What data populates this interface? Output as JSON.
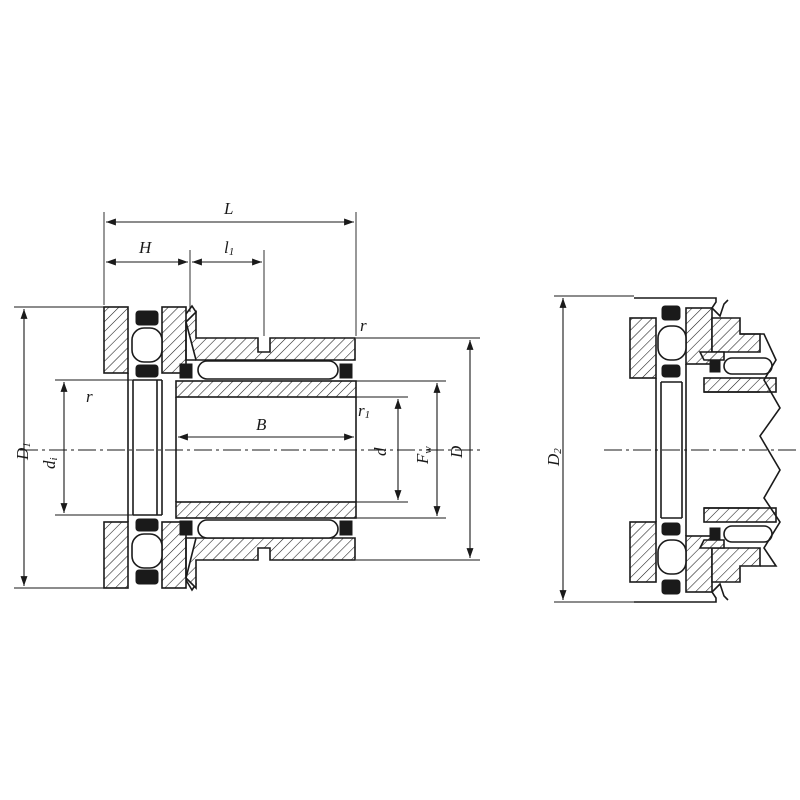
{
  "labels": {
    "L": "L",
    "H": "H",
    "l1": "l",
    "l1_sub": "1",
    "r_top": "r",
    "r_left": "r",
    "r1": "r",
    "r1_sub": "1",
    "B": "B",
    "d": "d",
    "Fw": "F",
    "Fw_sub": "w",
    "D": "D",
    "D1": "D",
    "D1_sub": "1",
    "di": "d",
    "di_sub": "i",
    "D2": "D",
    "D2_sub": "2"
  }
}
